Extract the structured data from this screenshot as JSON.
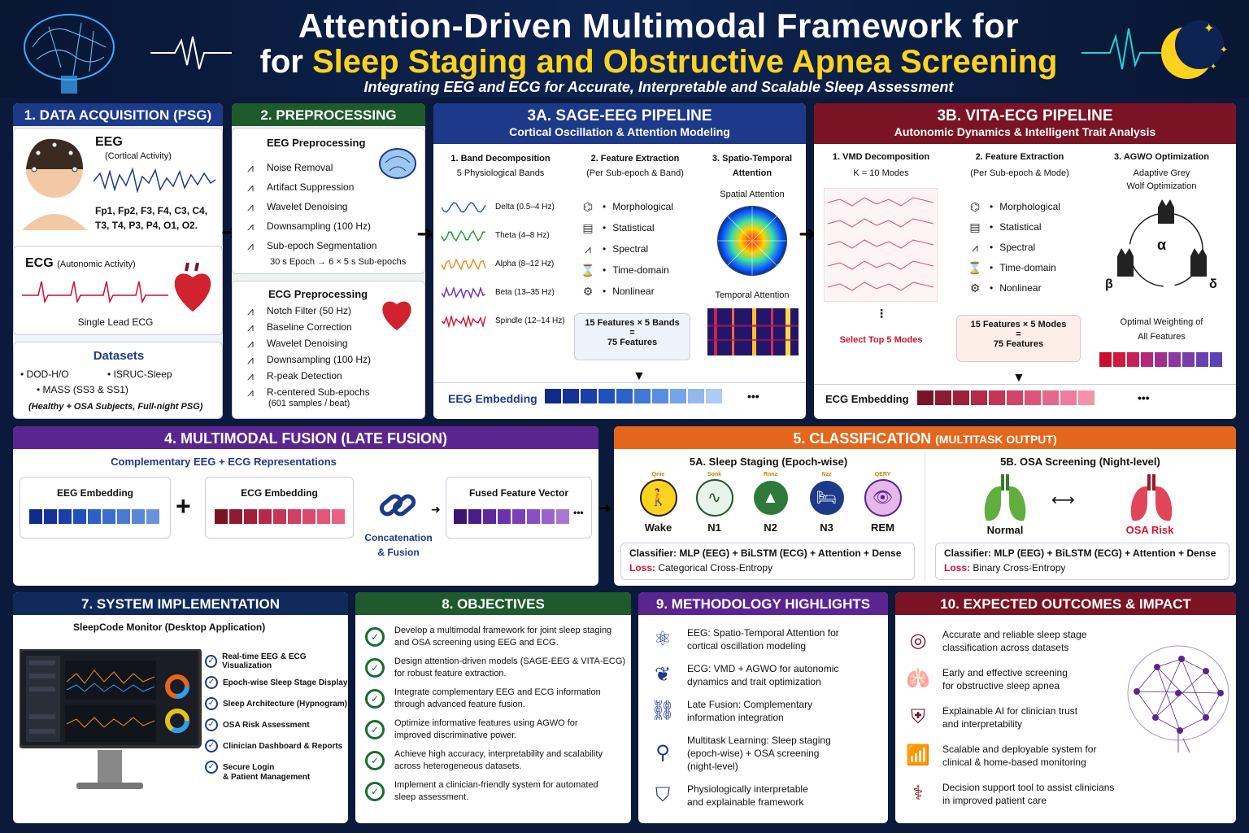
{
  "header": {
    "title_line1": "Attention-Driven Multimodal Framework for",
    "title_line2_prefix": "for ",
    "title_line2_highlight": "Sleep Staging and Obstructive Apnea Screening",
    "subtitle": "Integrating EEG and ECG for Accurate, Interpretable and Scalable Sleep Assessment"
  },
  "colors": {
    "navy": "#1d3a8a",
    "green": "#1f5a2d",
    "maroon": "#7a1424",
    "purple": "#5b2590",
    "orange": "#e4661c"
  },
  "p1": {
    "title": "1. DATA ACQUISITION (PSG)",
    "eeg": "EEG",
    "eeg_sub": "(Cortical Activity)",
    "channels1": "Fp1, Fp2, F3, F4, C3, C4,",
    "channels2": "T3, T4, P3, P4, O1, O2.",
    "ecg": "ECG",
    "ecg_sub": "(Autonomic Activity)",
    "ecg_lead": "Single Lead ECG",
    "datasets": "Datasets",
    "ds1": "• DOD-H/O",
    "ds2": "• ISRUC-Sleep",
    "ds3": "• MASS (SS3 & SS1)",
    "ds_note": "(Healthy + OSA Subjects, Full-night PSG)"
  },
  "p2": {
    "title": "2. PREPROCESSING",
    "eeg_h": "EEG Preprocessing",
    "eeg_items": [
      "Noise Removal",
      "Artifact Suppression",
      "Wavelet Denoising",
      "Downsampling (100 Hz)",
      "Sub-epoch Segmentation"
    ],
    "epoch": "30 s Epoch → 6 × 5 s Sub-epochs",
    "ecg_h": "ECG Preprocessing",
    "ecg_items": [
      "Notch Filter (50 Hz)",
      "Baseline Correction",
      "Wavelet Denoising",
      "Downsampling (100 Hz)",
      "R-peak Detection",
      "R-centered Sub-epochs"
    ],
    "ecg_note": "(601 samples / beat)"
  },
  "p3a": {
    "title": "3A. SAGE-EEG PIPELINE",
    "subtitle": "Cortical Oscillation & Attention Modeling",
    "c1h": "1. Band Decomposition",
    "c1s": "5 Physiological Bands",
    "bands": [
      "Delta (0.5–4 Hz)",
      "Theta (4–8 Hz)",
      "Alpha (8–12 Hz)",
      "Beta (13–35 Hz)",
      "Spindle (12–14 Hz)"
    ],
    "c2h": "2. Feature Extraction",
    "c2s": "(Per Sub-epoch & Band)",
    "feats": [
      "Morphological",
      "Statistical",
      "Spectral",
      "Time-domain",
      "Nonlinear"
    ],
    "box1": "15 Features × 5 Bands",
    "box2": "=",
    "box3": "75 Features",
    "c3h": "3. Spatio-Temporal",
    "c3h2": "Attention",
    "spatial": "Spatial Attention",
    "temporal": "Temporal Attention",
    "emb": "EEG Embedding",
    "dots": "•••"
  },
  "p3b": {
    "title": "3B. VITA-ECG PIPELINE",
    "subtitle": "Autonomic Dynamics & Intelligent Trait Analysis",
    "c1h": "1. VMD Decomposition",
    "c1s": "K = 10 Modes",
    "select": "Select Top 5 Modes",
    "c2h": "2. Feature Extraction",
    "c2s": "(Per Sub-epoch & Mode)",
    "feats": [
      "Morphological",
      "Statistical",
      "Spectral",
      "Time-domain",
      "Nonlinear"
    ],
    "box1": "15 Features × 5 Modes",
    "box2": "=",
    "box3": "75 Features",
    "c3h": "3. AGWO Optimization",
    "c3s1": "Adaptive Grey",
    "c3s2": "Wolf Optimization",
    "alpha": "α",
    "beta": "β",
    "delta": "δ",
    "opt1": "Optimal Weighting of",
    "opt2": "All Features",
    "emb": "ECG Embedding",
    "dots": "•••"
  },
  "p4": {
    "title": "4. MULTIMODAL FUSION (LATE FUSION)",
    "sub": "Complementary EEG + ECG Representations",
    "eeg": "EEG Embedding",
    "ecg": "ECG Embedding",
    "plus": "+",
    "concat1": "Concatenation",
    "concat2": "& Fusion",
    "fused": "Fused Feature Vector",
    "dots": "•••"
  },
  "p5": {
    "title": "5. CLASSIFICATION",
    "title_small": "(MULTITASK OUTPUT)",
    "a": "5A. Sleep Staging (Epoch-wise)",
    "stages": [
      "Wake",
      "N1",
      "N2",
      "N3",
      "REM"
    ],
    "stage_tags": [
      "Qnie",
      "Sonk",
      "Rnnz",
      "Nzz",
      "QERY"
    ],
    "a_cls": "Classifier: MLP (EEG) + BiLSTM (ECG) + Attention + Dense",
    "loss_label": "Loss:",
    "a_loss": "Categorical Cross-Entropy",
    "b": "5B. OSA Screening (Night-level)",
    "normal": "Normal",
    "risk": "OSA Risk",
    "b_cls": "Classifier: MLP (EEG) + BiLSTM (ECG) + Attention + Dense",
    "b_loss": "Binary Cross-Entropy"
  },
  "p7": {
    "title": "7. SYSTEM IMPLEMENTATION",
    "sub": "SleepCode Monitor (Desktop Application)",
    "items": [
      "Real-time EEG & ECG Visualization",
      "Epoch-wise Sleep Stage Display",
      "Sleep Architecture (Hypnogram)",
      "OSA Risk Assessment",
      "Clinician Dashboard & Reports",
      "Secure Login"
    ],
    "last_sub": "& Patient Management"
  },
  "p8": {
    "title": "8. OBJECTIVES",
    "items": [
      [
        "Develop a multimodal framework for joint sleep staging",
        "and OSA screening using EEG and ECG."
      ],
      [
        "Design attention-driven models (SAGE-EEG & VITA-ECG)",
        "for robust feature extraction."
      ],
      [
        "Integrate complementary EEG and ECG information",
        "through advanced feature fusion."
      ],
      [
        "Optimize informative features using AGWO for",
        "improved discriminative power."
      ],
      [
        "Achieve high accuracy, interpretability and scalability",
        "across heterogeneous datasets."
      ],
      [
        "Implement a clinician-friendly system for automated",
        "sleep assessment."
      ]
    ]
  },
  "p9": {
    "title": "9. METHODOLOGY HIGHLIGHTS",
    "items": [
      [
        "EEG: Spatio-Temporal Attention for",
        "cortical oscillation modeling"
      ],
      [
        "ECG: VMD + AGWO for autonomic",
        "dynamics and trait optimization"
      ],
      [
        "Late Fusion: Complementary",
        "information integration"
      ],
      [
        "Multitask Learning: Sleep staging",
        "(epoch-wise) + OSA screening",
        "(night-level)"
      ],
      [
        "Physiologically interpretable",
        "and explainable framework"
      ]
    ]
  },
  "p10": {
    "title": "10. EXPECTED OUTCOMES & IMPACT",
    "items": [
      [
        "Accurate and reliable sleep stage",
        "classification across datasets"
      ],
      [
        "Early and effective screening",
        "for obstructive sleep apnea"
      ],
      [
        "Explainable AI for clinician trust",
        "and interpretability"
      ],
      [
        "Scalable and deployable system for",
        "clinical & home-based monitoring"
      ],
      [
        "Decision support tool to assist clinicians",
        "in improved patient care"
      ]
    ]
  }
}
